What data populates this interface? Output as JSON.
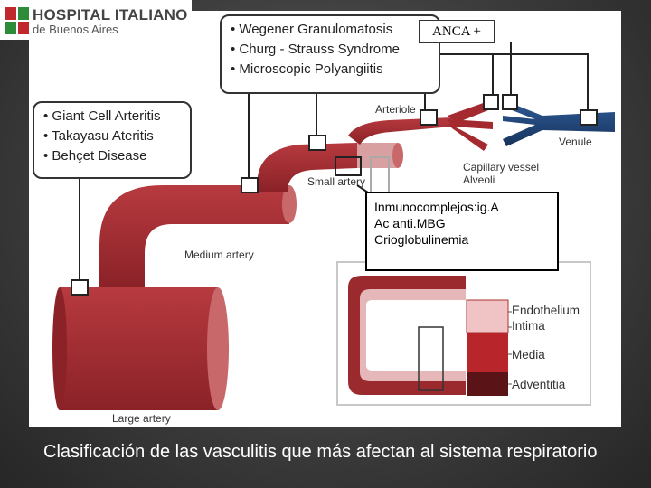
{
  "logo": {
    "name": "HOSPITAL ITALIANO",
    "subtitle": "de Buenos Aires",
    "colors": {
      "red": "#c0282d",
      "green": "#2e8b3a"
    }
  },
  "groups": {
    "large_vessel": [
      "Giant Cell Arteritis",
      "Takayasu Ateritis",
      "Behçet Disease"
    ],
    "small_vessel": [
      "Wegener Granulomatosis",
      "Churg - Strauss Syndrome",
      "Microscopic Polyangiitis"
    ]
  },
  "anca_label": "ANCA +",
  "immuno": [
    "Inmunocomplejos:ig.A",
    "Ac anti.MBG",
    "Crioglobulinemia"
  ],
  "vessel_labels": {
    "arteriole": "Arteriole",
    "venule": "Venule",
    "capillary": "Capillary vessel",
    "alveoli": "Alveoli",
    "small_artery": "Small artery",
    "medium_artery": "Medium artery",
    "large_artery": "Large artery"
  },
  "layers": [
    "Endothelium",
    "Intima",
    "Media",
    "Adventitia"
  ],
  "caption": "Clasificación de las vasculitis que más afectan al sistema respiratorio",
  "colors": {
    "artery": "#a42a2f",
    "artery_light": "#c85a5e",
    "vein": "#1f3f6e",
    "outline": "#222222"
  }
}
